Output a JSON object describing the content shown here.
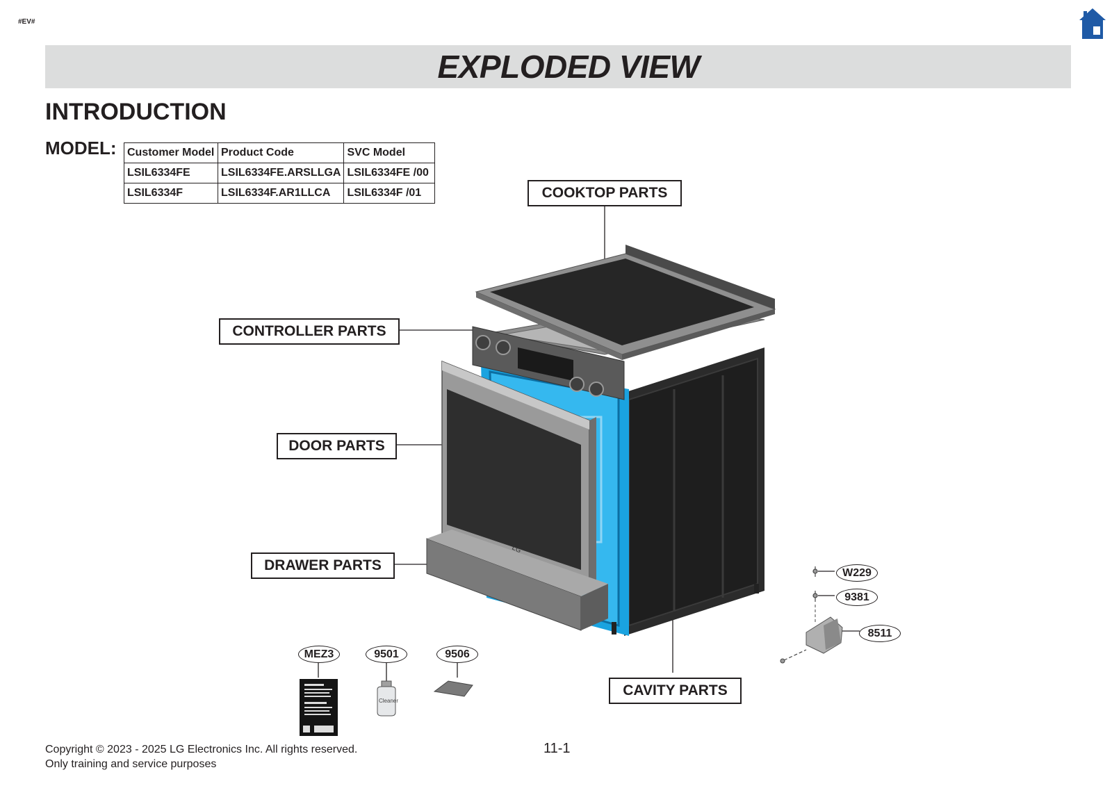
{
  "header": {
    "tag": "#EV#",
    "title": "EXPLODED VIEW"
  },
  "intro_heading": "INTRODUCTION",
  "model": {
    "label": "MODEL:",
    "columns": [
      "Customer Model",
      "Product Code",
      "SVC Model"
    ],
    "rows": [
      [
        "LSIL6334FE",
        "LSIL6334FE.ARSLLGA",
        "LSIL6334FE  /00"
      ],
      [
        "LSIL6334F",
        "LSIL6334F.AR1LLCA",
        "LSIL6334F  /01"
      ]
    ]
  },
  "parts_groups": {
    "cooktop": "COOKTOP PARTS",
    "controller": "CONTROLLER PARTS",
    "door": "DOOR PARTS",
    "drawer": "DRAWER PARTS",
    "cavity": "CAVITY PARTS"
  },
  "callouts": {
    "w229": "W229",
    "p9381": "9381",
    "p8511": "8511",
    "mez3": "MEZ3",
    "p9501": "9501",
    "p9506": "9506"
  },
  "art_text": {
    "brand_logo": "LG",
    "bottle_label": "Cleaner"
  },
  "footer": {
    "copyright": "Copyright © 2023 - 2025 LG Electronics Inc. All rights reserved.",
    "purpose": "Only training and service purposes",
    "page_number": "11-1"
  },
  "colors": {
    "title_bar": "#dcdddd",
    "home_icon": "#1f5aa6",
    "cavity_blue": "#1aa3e0",
    "body_dark": "#2b2b2b",
    "steel": "#8c8c8c"
  },
  "icons": [
    "home-icon"
  ]
}
